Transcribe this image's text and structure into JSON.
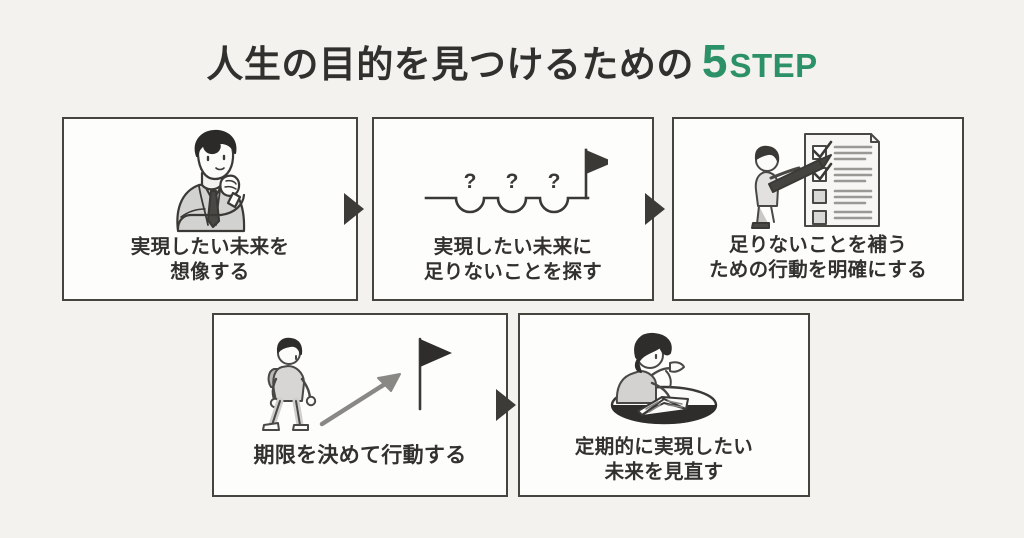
{
  "theme": {
    "background": "#f4f2ee",
    "card_background": "#fdfdfc",
    "border": "#46443f",
    "text": "#33312f",
    "accent_green": "#2d9168",
    "arrow": "#3d3b37"
  },
  "title": {
    "main": "人生の目的を見つけるための",
    "number": "5",
    "step_label": "STEP"
  },
  "steps": [
    {
      "id": "step-1",
      "icon": "thinking-businessman-icon",
      "caption_line_1": "実現したい未来を",
      "caption_line_2": "想像する"
    },
    {
      "id": "step-2",
      "icon": "path-with-gaps-and-flag-icon",
      "question_marks": [
        "?",
        "?",
        "?"
      ],
      "caption_line_1": "実現したい未来に",
      "caption_line_2": "足りないことを探す"
    },
    {
      "id": "step-3",
      "icon": "person-with-pen-checklist-icon",
      "checklist_states": [
        "checked",
        "checked",
        "unchecked",
        "unchecked"
      ],
      "caption_line_1": "足りないことを補う",
      "caption_line_2": "ための行動を明確にする"
    },
    {
      "id": "step-4",
      "icon": "walking-person-arrow-flag-icon",
      "caption_line_1": "期限を決めて行動する",
      "caption_line_2": ""
    },
    {
      "id": "step-5",
      "icon": "person-reviewing-book-at-table-icon",
      "caption_line_1": "定期的に実現したい",
      "caption_line_2": "未来を見直す"
    }
  ],
  "arrows": [
    {
      "id": "arrow-1",
      "direction": "right",
      "from": "step-1",
      "to": "step-2"
    },
    {
      "id": "arrow-2",
      "direction": "right",
      "from": "step-2",
      "to": "step-3"
    },
    {
      "id": "arrow-3",
      "direction": "right",
      "from": "step-4",
      "to": "step-5"
    }
  ]
}
